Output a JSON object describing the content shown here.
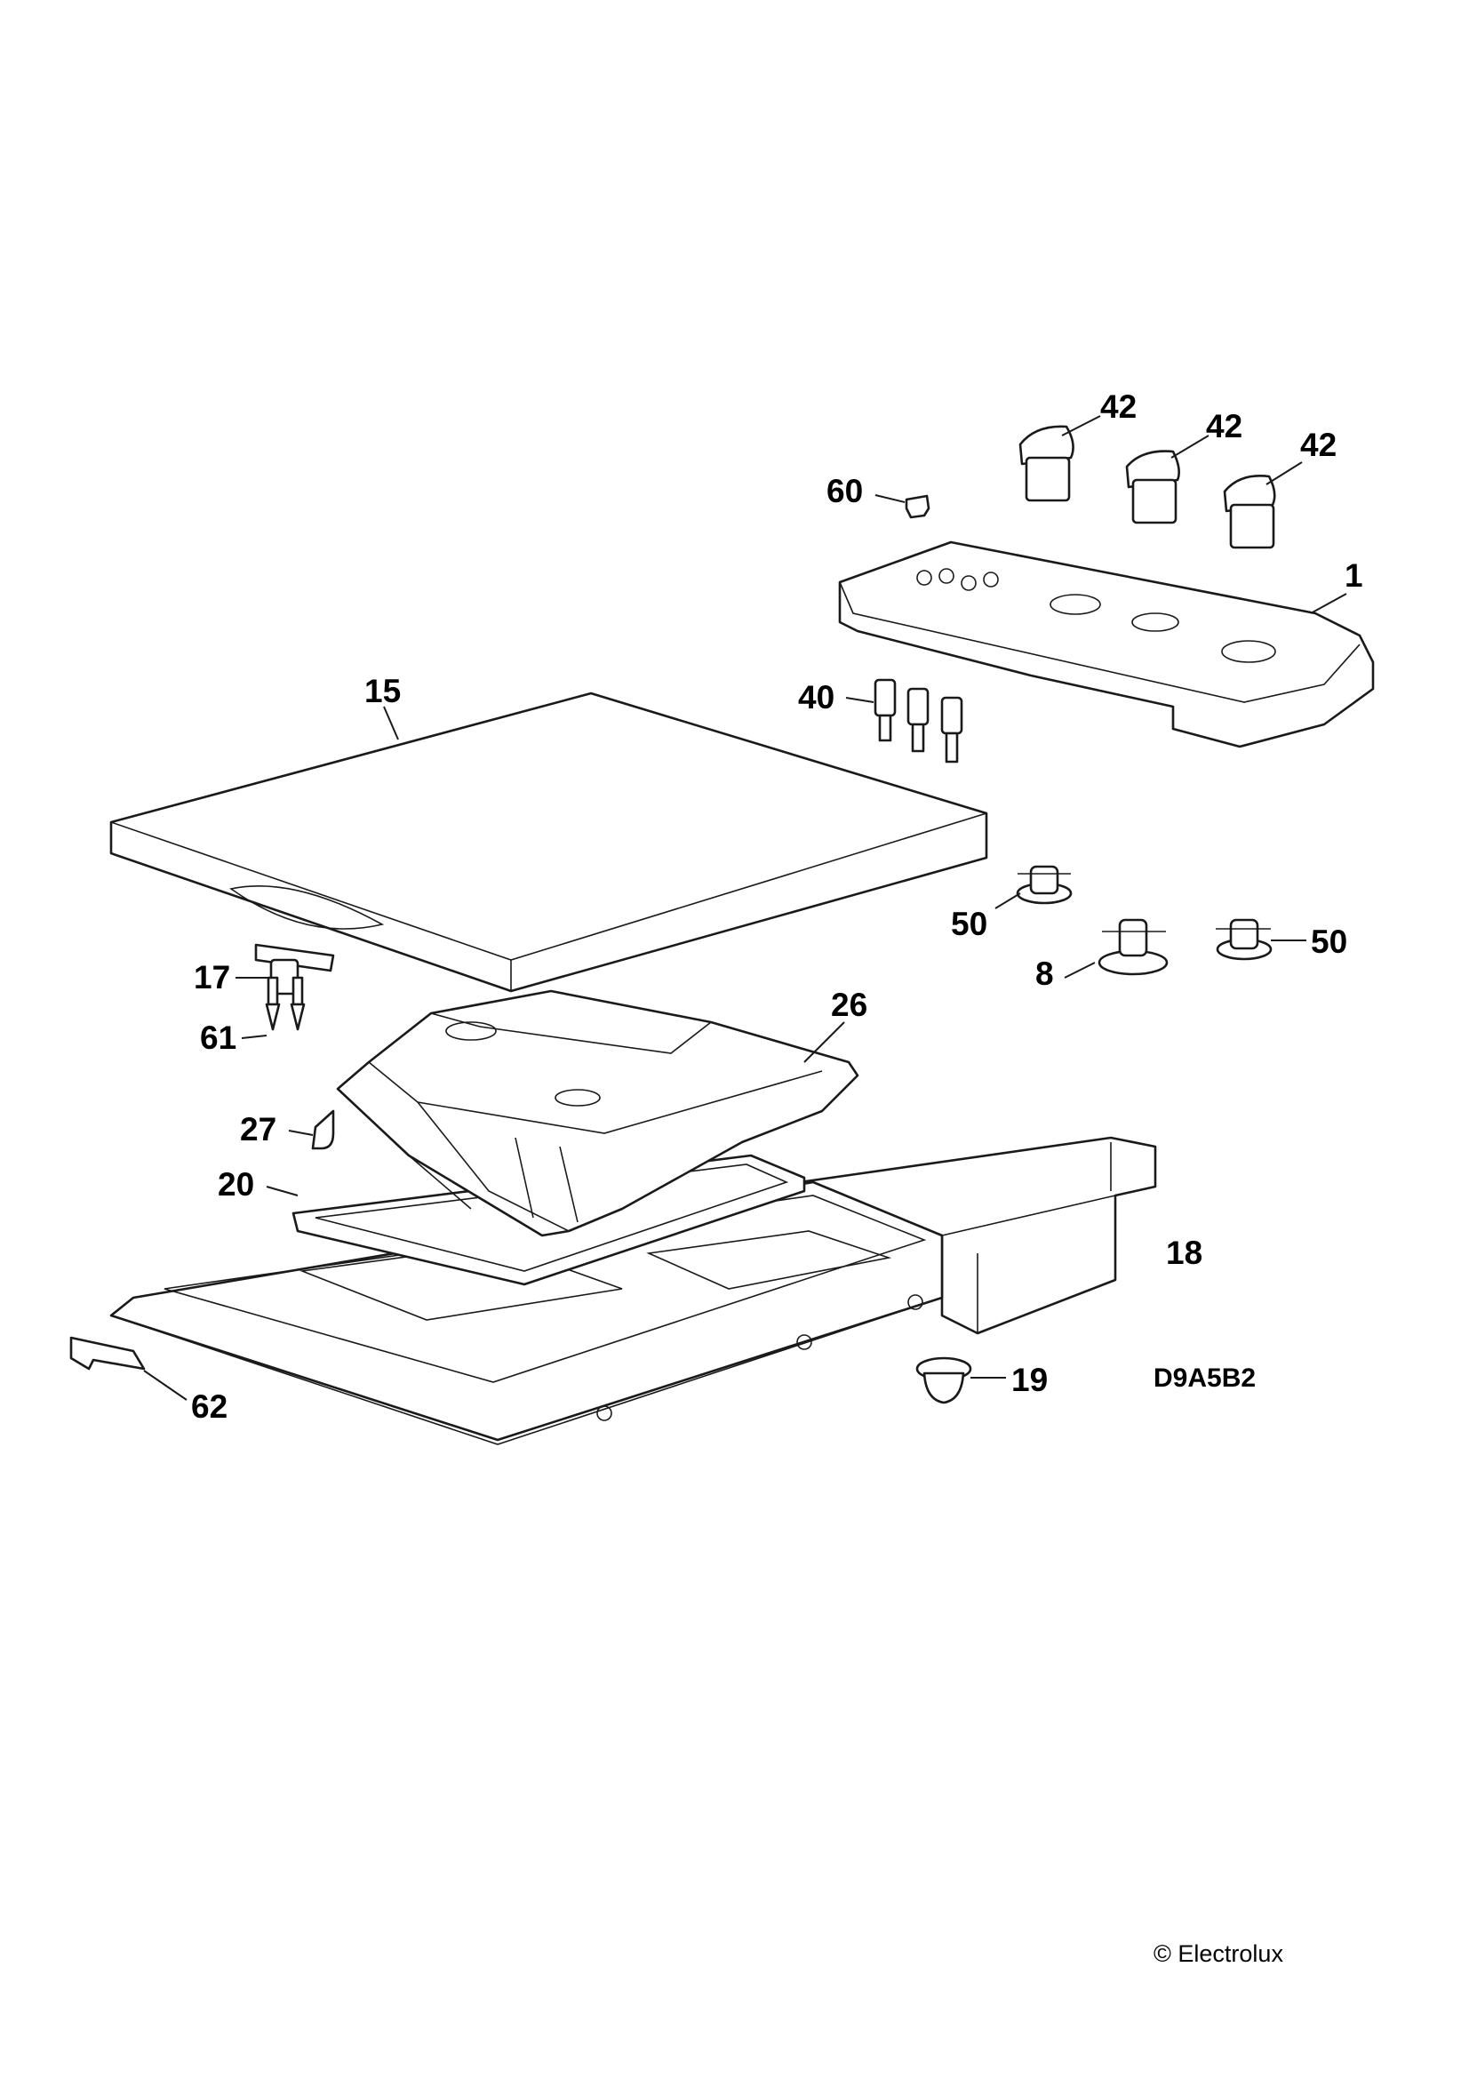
{
  "callouts": {
    "c42a": "42",
    "c42b": "42",
    "c42c": "42",
    "c60": "60",
    "c1": "1",
    "c15": "15",
    "c40": "40",
    "c50a": "50",
    "c8": "8",
    "c50b": "50",
    "c17": "17",
    "c61": "61",
    "c26": "26",
    "c27": "27",
    "c20": "20",
    "c18": "18",
    "c19": "19",
    "c62": "62"
  },
  "drawing_code": "D9A5B2",
  "copyright": "© Electrolux"
}
